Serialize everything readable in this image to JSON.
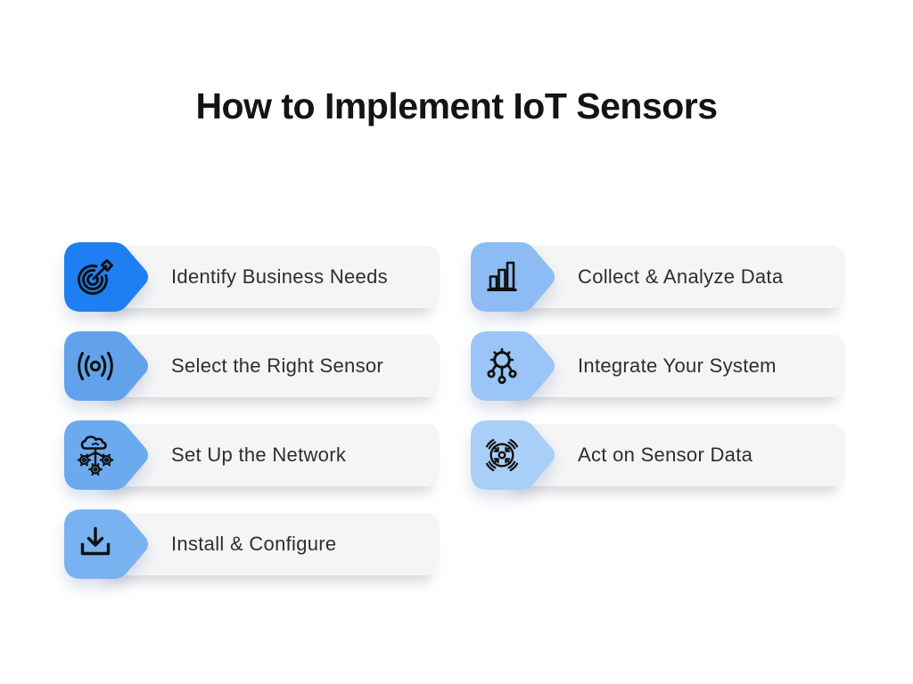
{
  "page": {
    "title": "How to Implement IoT Sensors",
    "background_color": "#FFFFFF",
    "pill_color": "#F5F5F6",
    "text_color": "#2E2E2E",
    "icon_stroke_color": "#111111"
  },
  "steps": [
    {
      "label": "Identify Business Needs",
      "icon": "target-dart-icon",
      "badge_color": "#1E7FF2",
      "column": "left"
    },
    {
      "label": "Select the Right Sensor",
      "icon": "sensor-signal-icon",
      "badge_color": "#61A2EB",
      "column": "left"
    },
    {
      "label": "Set Up the Network",
      "icon": "cloud-gears-icon",
      "badge_color": "#6BAAEE",
      "column": "left"
    },
    {
      "label": "Install & Configure",
      "icon": "download-icon",
      "badge_color": "#79B2F0",
      "column": "left"
    },
    {
      "label": "Collect & Analyze Data",
      "icon": "bar-chart-icon",
      "badge_color": "#8CBCF3",
      "column": "right"
    },
    {
      "label": "Integrate Your System",
      "icon": "integration-gear-icon",
      "badge_color": "#9AC5F6",
      "column": "right"
    },
    {
      "label": "Act on Sensor Data",
      "icon": "sensor-action-icon",
      "badge_color": "#A9CEF8",
      "column": "right"
    }
  ]
}
